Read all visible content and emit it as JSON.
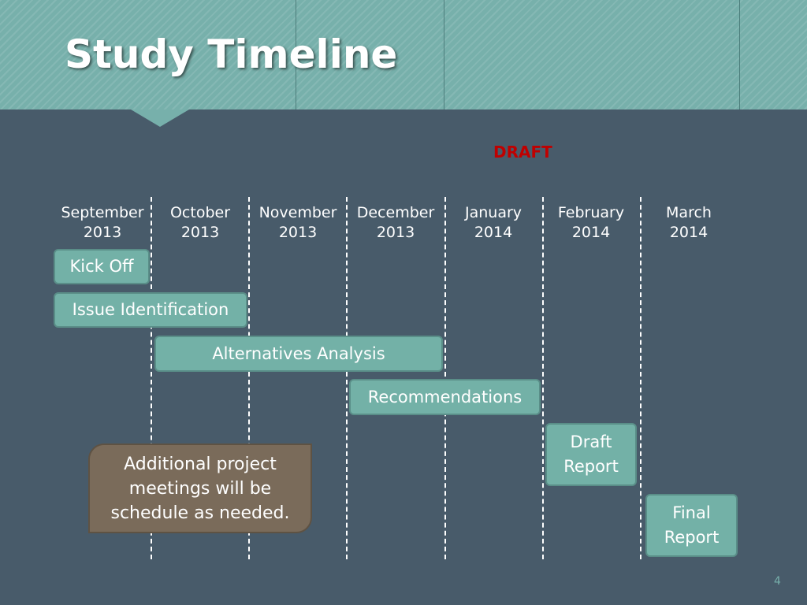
{
  "slide": {
    "title": "Study Timeline",
    "draft": "DRAFT",
    "page_number": "4",
    "colors": {
      "background": "#485b6a",
      "header": "#77b0ab",
      "task_fill": "#73b1a7",
      "note_fill": "#7a6b5a",
      "draft_text": "#c00000"
    }
  },
  "months": [
    {
      "name": "September",
      "year": "2013"
    },
    {
      "name": "October",
      "year": "2013"
    },
    {
      "name": "November",
      "year": "2013"
    },
    {
      "name": "December",
      "year": "2013"
    },
    {
      "name": "January",
      "year": "2014"
    },
    {
      "name": "February",
      "year": "2014"
    },
    {
      "name": "March",
      "year": "2014"
    }
  ],
  "tasks": [
    {
      "label": "Kick Off",
      "line2": ""
    },
    {
      "label": "Issue Identification",
      "line2": ""
    },
    {
      "label": "Alternatives Analysis",
      "line2": ""
    },
    {
      "label": "Recommendations",
      "line2": ""
    },
    {
      "label": "Draft",
      "line2": "Report"
    },
    {
      "label": "Final",
      "line2": "Report"
    }
  ],
  "note": {
    "text": "Additional project meetings will be schedule as needed."
  }
}
